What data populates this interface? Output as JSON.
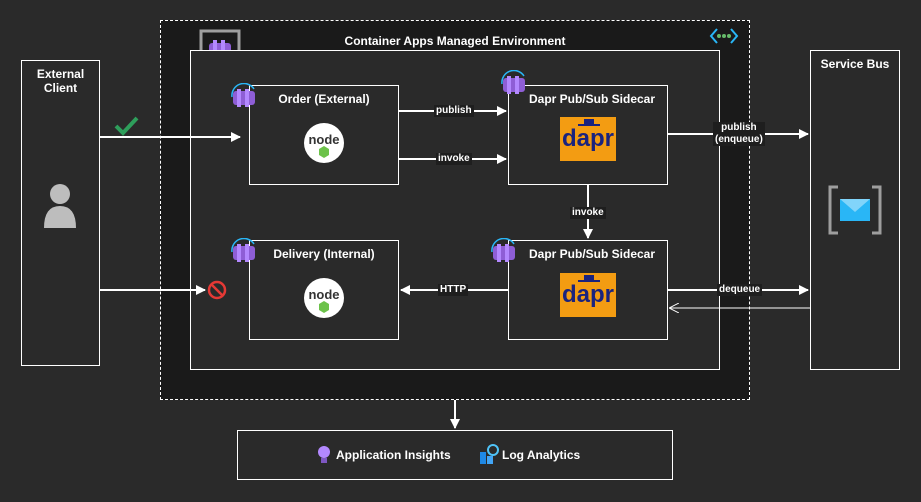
{
  "external_client": {
    "title": "External\nClient"
  },
  "environment": {
    "title": "Container Apps Managed Environment"
  },
  "service_bus": {
    "title": "Service Bus"
  },
  "apps": {
    "order": {
      "title": "Order (External)"
    },
    "delivery": {
      "title": "Delivery (Internal)"
    },
    "dapr_top": {
      "title": "Dapr Pub/Sub Sidecar",
      "logo": "dapr"
    },
    "dapr_bottom": {
      "title": "Dapr Pub/Sub Sidecar",
      "logo": "dapr"
    }
  },
  "edges": {
    "publish": "publish",
    "invoke_left": "invoke",
    "invoke_vertical": "invoke",
    "http": "HTTP",
    "publish_enqueue": "publish\n(enqueue)",
    "dequeue": "dequeue"
  },
  "monitoring": {
    "app_insights": "Application Insights",
    "log_analytics": "Log Analytics"
  },
  "colors": {
    "background": "#2a2a2a",
    "env_fill": "#1e1e1e",
    "dapr_orange": "#f39c12",
    "dapr_navy": "#1a237e",
    "check_green": "#2e9e5b",
    "deny_red": "#e53935",
    "aca_purple": "#8e5ed6"
  }
}
